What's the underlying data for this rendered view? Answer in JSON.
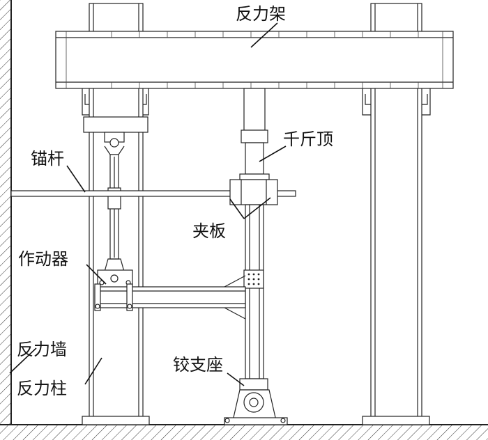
{
  "labels": {
    "reaction_frame": "反力架",
    "jack": "千斤顶",
    "anchor_rod": "锚杆",
    "clamp_plate": "夹板",
    "actuator": "作动器",
    "reaction_wall": "反力墙",
    "reaction_column": "反力柱",
    "hinge_support": "铰支座"
  }
}
